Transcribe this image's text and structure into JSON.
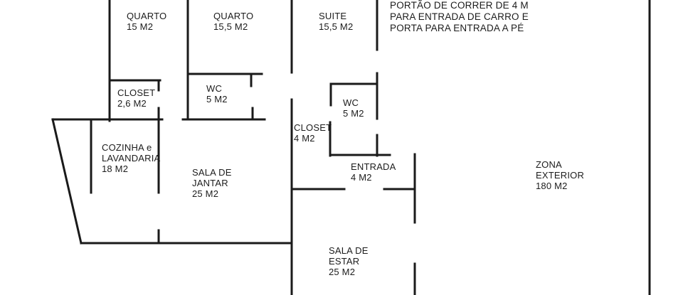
{
  "diagram": {
    "type": "floor-plan",
    "colors": {
      "background": "#ffffff",
      "wall": "#1a1a1a",
      "text": "#1c1c1c"
    },
    "annotation": {
      "gate_note": "PORTÃO DE CORRER DE 4 M\nPARA ENTRADA DE CARRO E\nPORTA PARA ENTRADA A PÉ"
    },
    "rooms": [
      {
        "id": "quarto-1",
        "name": "QUARTO",
        "area": "15 M2",
        "label": "QUARTO\n15 M2"
      },
      {
        "id": "quarto-2",
        "name": "QUARTO",
        "area": "15,5 M2",
        "label": "QUARTO\n15,5 M2"
      },
      {
        "id": "suite",
        "name": "SUITE",
        "area": "15,5 M2",
        "label": "SUITE\n15,5 M2"
      },
      {
        "id": "closet-1",
        "name": "CLOSET",
        "area": "2,6 M2",
        "label": "CLOSET\n2,6 M2"
      },
      {
        "id": "wc-1",
        "name": "WC",
        "area": "5 M2",
        "label": "WC\n5 M2"
      },
      {
        "id": "wc-2",
        "name": "WC",
        "area": "5 M2",
        "label": "WC\n5 M2"
      },
      {
        "id": "closet-2",
        "name": "CLOSET",
        "area": "4 M2",
        "label": "CLOSET\n4 M2"
      },
      {
        "id": "cozinha-lavandaria",
        "name": "COZINHA e LAVANDARIA",
        "area": "18 M2",
        "label": "COZINHA e\nLAVANDARIA\n18 M2"
      },
      {
        "id": "sala-de-jantar",
        "name": "SALA DE JANTAR",
        "area": "25 M2",
        "label": "SALA DE\nJANTAR\n25 M2"
      },
      {
        "id": "entrada",
        "name": "ENTRADA",
        "area": "4 M2",
        "label": "ENTRADA\n4 M2"
      },
      {
        "id": "sala-de-estar",
        "name": "SALA DE ESTAR",
        "area": "25 M2",
        "label": "SALA DE\nESTAR\n25 M2"
      },
      {
        "id": "zona-exterior",
        "name": "ZONA EXTERIOR",
        "area": "180 M2",
        "label": "ZONA\nEXTERIOR\n180 M2"
      }
    ]
  }
}
